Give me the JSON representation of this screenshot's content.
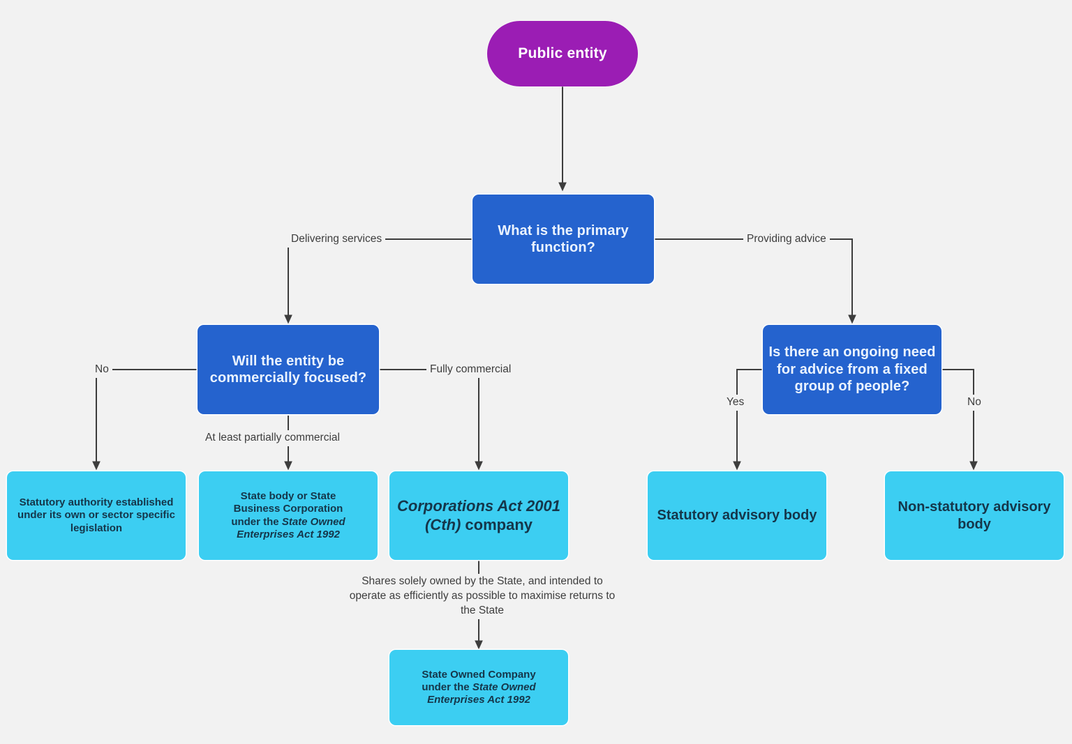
{
  "diagram": {
    "title": "Public entity classification decision tree",
    "background_color": "#f2f2f2",
    "colors": {
      "start": "#9B1DB4",
      "decision": "#2563CE",
      "outcome": "#3CCEF2",
      "edge": "#3d3d3d",
      "decision_text": "#eaf3ff",
      "outcome_text": "#15364a"
    }
  },
  "nodes": {
    "start": {
      "label": "Public entity"
    },
    "primary_function": {
      "label": "What is the primary function?"
    },
    "commercially_focused": {
      "label": "Will the entity be commercially focused?"
    },
    "ongoing_advice": {
      "label": "Is there an ongoing need for advice from a fixed group of people?"
    },
    "statutory_authority": {
      "label": "Statutory authority established under its own or sector specific legislation"
    },
    "state_body": {
      "line1": "State body or State",
      "line2": "Business Corporation",
      "line3": "under the ",
      "act_italic": "State Owned Enterprises Act 1992"
    },
    "corporations_act": {
      "act_italic": "Corporations Act 2001 (Cth)",
      "suffix": " company"
    },
    "state_owned_company": {
      "line1": "State Owned Company",
      "line2": "under the ",
      "act_italic": "State Owned Enterprises Act 1992"
    },
    "statutory_advisory": {
      "label": "Statutory advisory body"
    },
    "non_statutory_advisory": {
      "label": "Non-statutory advisory body"
    }
  },
  "edge_labels": {
    "delivering_services": "Delivering services",
    "providing_advice": "Providing advice",
    "no_left": "No",
    "at_least_partially_commercial": "At least partially commercial",
    "fully_commercial": "Fully commercial",
    "yes_right": "Yes",
    "no_right": "No",
    "shares_note": "Shares solely owned by the State, and intended to operate as efficiently as possible to maximise returns to the State"
  }
}
